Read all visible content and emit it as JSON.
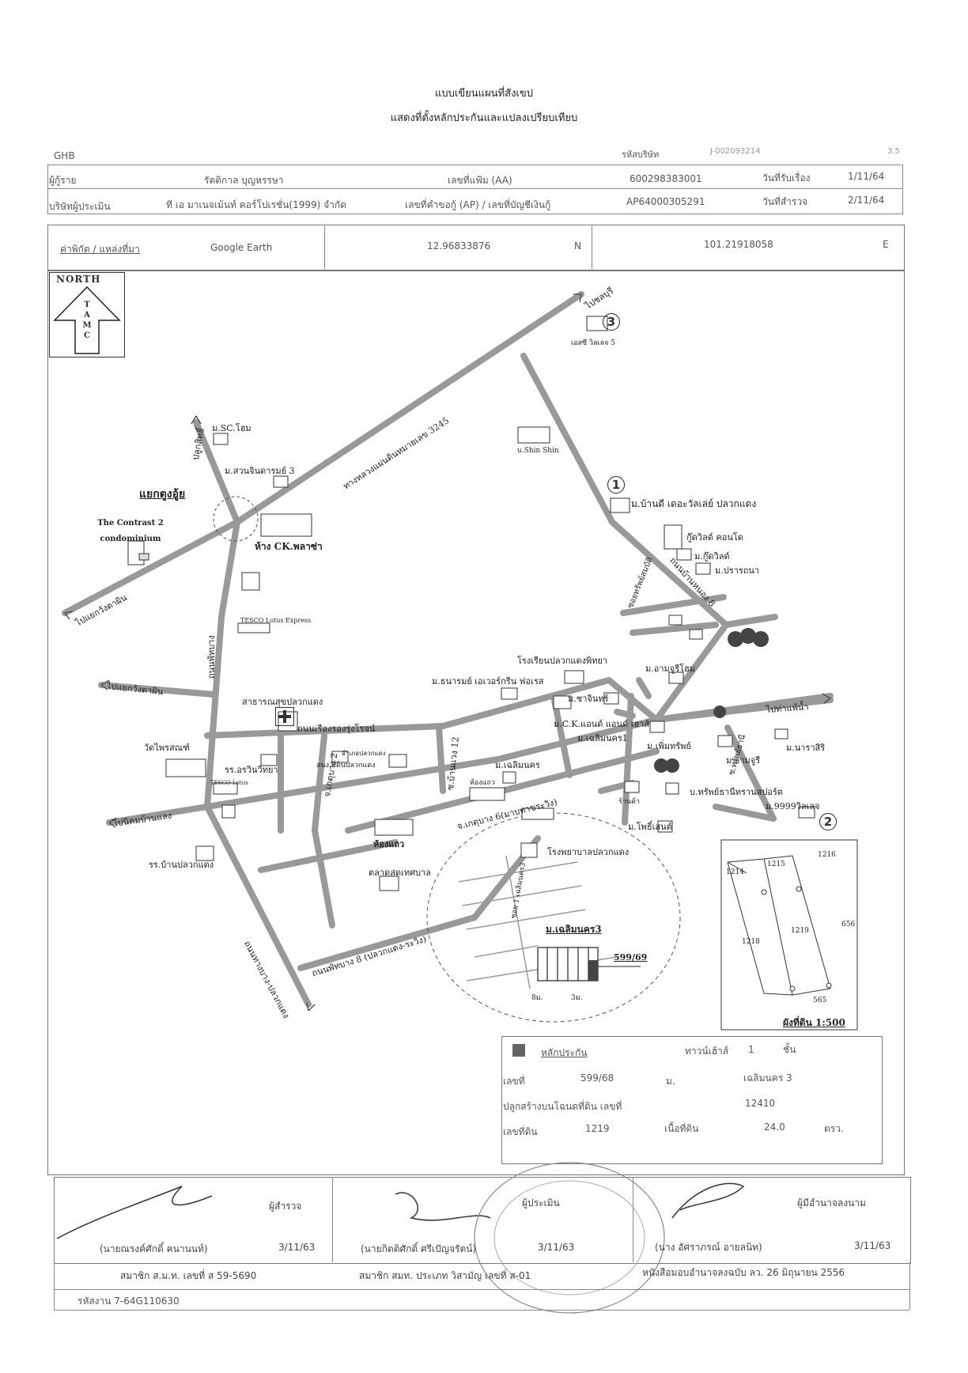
{
  "header": {
    "title1": "แบบเขียนแผนที่สังเขป",
    "title2": "แสดงที่ตั้งหลักประกันและแปลงเปรียบเทียบ",
    "bank": "GHB",
    "company_code_label": "รหัสบริษัท",
    "company_code": "J-002093214",
    "page": "3.5"
  },
  "info": {
    "borrower_label": "ผู้กู้ราย",
    "borrower": "รัตติกาล บุญหรรษา",
    "aa_label": "เลขที่แฟ้ม (AA)",
    "aa": "600298383001",
    "received_label": "วันที่รับเรื่อง",
    "received": "1/11/64",
    "appraiser_label": "บริษัทผู้ประเมิน",
    "appraiser": "ที เอ มาเนจเม้นท์ คอร์โปเรชั่น(1999) จำกัด",
    "ap_label": "เลขที่คำขอกู้ (AP) / เลขที่บัญชีเงินกู้",
    "ap": "AP64000305291",
    "survey_label": "วันที่สำรวจ",
    "survey": "2/11/64"
  },
  "coords": {
    "source_label": "ค่าพิกัด / แหล่งที่มา",
    "source": "Google Earth",
    "lat": "12.96833876",
    "lat_dir": "N",
    "lon": "101.21918058",
    "lon_dir": "E"
  },
  "map": {
    "north_title": "NORTH",
    "north_letters": [
      "T",
      "A",
      "M",
      "C"
    ],
    "roads": {
      "hwy3245": "ทางหลวงแผ่นดินหมายเลข 3245",
      "to_chonburi": "ไปชลบุรี",
      "to_ban_khai": "ไปแยกวังตาผิน",
      "to_wang_ta_phin": "ไปแยกวังตาผิน",
      "to_ban_chang": "ไปนิคมบ้านแลง",
      "to_tha_phaen": "ไปท่าแพ้น้ำ",
      "pluak_daeng": "ถนนพัทบาง",
      "ruang_rong": "ถนนเรืองรองรุ่งโรจน์",
      "pathbang8": "ถนนพัทบาง 8 (ปลวกแดง-ระวิง)",
      "kebang6": "จ.เกตุบาง 6(มาบทาขระวิง)",
      "pluak_daeng_rd": "ถนนทางบาง-ปลวกแดง",
      "nongbon8": "ถนนบ้านหนอง 8",
      "pluk": "ปลูกสิทธิ์",
      "kebang2": "จ.เกตุบาง 2",
      "soi12": "ซ.บ้านแวง 12",
      "soi_sap": "ซอยทรัพย์สมบัติ",
      "soi_sap2": "ซ.ทรัพย์ธานี"
    },
    "places": {
      "sc_home": "ม.SC.โฮม",
      "suan_jin": "ม.สวนจินดารมย์ 3",
      "yaek": "แยกตูงอู้ย",
      "contrast": "The Contrast 2 condominium",
      "ck_plaza": "ห้าง CK.พลาซ่า",
      "tesco_top": "TESCO Lotus Express",
      "shin_shin": "บ.Shin Shin",
      "sc_villa5": "เอสซี วิลเลจ 5",
      "ban_d": "ม.บ้านดี เดอะวัลเล่ย์ ปลวกแดง",
      "good_world_condo": "กู๊ดวิลด์ คอนโด",
      "good_world": "ม.กู๊ดวิลด์",
      "prarthana": "ม.ปรารถนา",
      "school_pattaya": "โรงเรียนปลวกแดงพิทยา",
      "tanaram": "ม.ธนารมย์ เอเวอร์กรีน ฟอเรส",
      "chanthon": "ม.ชาจินทร์",
      "amjuri_home": "ม.อามจูรีโฮม",
      "hospital": "สาธารณสุขปลวกแดง",
      "ck_home": "ม.C.K.แอนด์ แอนด์ เฮาส์",
      "chaloem1": "ม.เฉลิมนคร1",
      "phoem_sap": "ม.เพิ่มทรัพย์",
      "amjuri": "ม.อามจูรี",
      "narasiri": "ม.นาราสิริ",
      "wat": "วัดไพรสณฑ์",
      "school_arin": "รร.อรวินวิทยา",
      "district_office": "อำเภอปลวกแดง",
      "land_office": "สนง.ที่ดินปลวกแดง",
      "chaloem": "ม.เฉลิมนคร",
      "shophouse": "ห้องแถว",
      "shop": "ร้านค้า",
      "sap_thani": "บ.ทรัพย์ธานีทรานสปอร์ต",
      "villa9999": "ม.9999วิลเลจ",
      "pho_sen": "ม.โพธิ์เสนต์",
      "tesco": "TESCO Lotus",
      "shophouse2": "ห้องแถว",
      "school_ban": "รร.บ้านปลวกแดง",
      "market": "ตลาดสดเทศบาล",
      "factory": "โรงพยาบาลปลวกแดง",
      "chaloem3": "ม.เฉลิมนคร3",
      "plot_no": "599/69",
      "soi_label": "ซอย 1 เฉลิมนคร3",
      "road_w": "3ม.",
      "road_w2": "8ม."
    },
    "markers": [
      "1",
      "2",
      "3"
    ]
  },
  "parcel": {
    "lots": [
      "1214",
      "1215",
      "1216",
      "1218",
      "1219",
      "656",
      "565"
    ],
    "caption": "ผังที่ดิน 1:500"
  },
  "collateral": {
    "title": "หลักประกัน",
    "type_label": "ทาวน์เฮ้าส์",
    "floors": "1",
    "floors_unit": "ชั้น",
    "no_label": "เลขที่",
    "no": "599/68",
    "village_label": "ม.",
    "village": "เฉลิมนคร 3",
    "deed_label": "ปลูกสร้างบนโฉนดที่ดิน เลขที่",
    "deed": "12410",
    "land_label": "เลขที่ดิน",
    "land": "1219",
    "area_label": "เนื้อที่ดิน",
    "area": "24.0",
    "area_unit": "ตรว."
  },
  "signatures": {
    "surveyor_role": "ผู้สำรวจ",
    "surveyor_name": "(นายณรงค์ศักดิ์ ฅนานนท์)",
    "surveyor_date": "3/11/63",
    "surveyor_member": "สมาชิก ส.ม.ท. เลขที่ ส 59-5690",
    "appraiser_role": "ผู้ประเมิน",
    "appraiser_name": "(นายกิตติศักดิ์ ศรีเปัญจรัตน์)",
    "appraiser_date": "3/11/63",
    "appraiser_member": "สมาชิก สมท. ประเภท วิสามัญ เลขที่ ส-01",
    "authorized_role": "ผู้มีอำนาจลงนาม",
    "authorized_name": "(นาง อัศราภรณ์ อายลนิท)",
    "authorized_date": "3/11/63",
    "authorized_note": "หนังสือมอบอำนาจลงฉบับ ลว. 26 มิถุนายน 2556"
  },
  "footer": {
    "job_code": "รหัสงาน 7-64G110630"
  }
}
